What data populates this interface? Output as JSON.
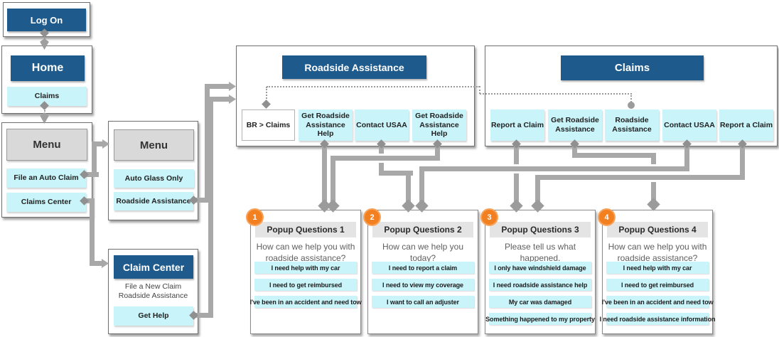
{
  "colors": {
    "header_blue": "#1e5b8c",
    "item_cyan": "#c9f4f9",
    "menu_gray": "#d9d9d9",
    "popup_header_gray": "#e4e4e4",
    "connector_gray": "#a8a8a8",
    "badge_orange": "#f28021"
  },
  "logon": {
    "title": "Log On"
  },
  "home": {
    "title": "Home",
    "items": [
      "Claims"
    ]
  },
  "menu1": {
    "title": "Menu",
    "items": [
      "File an Auto Claim",
      "Claims Center"
    ]
  },
  "menu2": {
    "title": "Menu",
    "items": [
      "Auto Glass Only",
      "Roadside Assistance"
    ]
  },
  "claim_center": {
    "title": "Claim Center",
    "subtitle": [
      "File a New Claim",
      "Roadside Assistance"
    ],
    "items": [
      "Get Help"
    ]
  },
  "roadside_panel": {
    "title": "Roadside Assistance",
    "buttons": [
      "BR > Claims",
      "Get Roadside Assistance Help",
      "Contact USAA",
      "Get Roadside Assistance Help"
    ]
  },
  "claims_panel": {
    "title": "Claims",
    "buttons": [
      "Report a Claim",
      "Get Roadside Assistance",
      "Roadside Assistance",
      "Contact USAA",
      "Report a Claim"
    ]
  },
  "popups": [
    {
      "badge": "1",
      "title": "Popup Questions 1",
      "question": "How can we help you with roadside assistance?",
      "options": [
        "I need help with my car",
        "I need to get reimbursed",
        "I've been in an accident and need tow"
      ]
    },
    {
      "badge": "2",
      "title": "Popup Questions 2",
      "question": "How can we help you today?",
      "options": [
        "I need to report a claim",
        "I need to view my coverage",
        "I want to call an adjuster"
      ]
    },
    {
      "badge": "3",
      "title": "Popup Questions 3",
      "question": "Please tell us what happened.",
      "options": [
        "I only have windshield damage",
        "I need roadside assistance help",
        "My car was damaged",
        "Something happened to my property"
      ]
    },
    {
      "badge": "4",
      "title": "Popup Questions 4",
      "question": "How can we help you with roadside assistance?",
      "options": [
        "I need help with my car",
        "I need to get reimbursed",
        "I've been in an accident and need tow",
        "I need roadside assistance information"
      ]
    }
  ],
  "connections": [
    "Log On -> Home",
    "Home:Claims -> Menu",
    "Menu:File an Auto Claim -> Menu (2)",
    "Menu:Claims Center -> Claim Center",
    "Menu:Roadside Assistance -> Roadside Assistance panel",
    "Claim Center:Get Help -> Roadside Assistance panel",
    "Claims:Roadside Assistance -> Roadside Assistance:BR > Claims (dotted)",
    "Roadside Assistance:Get Roadside Assistance Help (1) -> Popup Questions 1",
    "Roadside Assistance:Get Roadside Assistance Help (2) -> Popup Questions 1",
    "Roadside Assistance:Contact USAA -> Popup Questions 2",
    "Claims:Contact USAA -> Popup Questions 2",
    "Claims:Report a Claim (1) -> Popup Questions 3",
    "Claims:Report a Claim (2) -> Popup Questions 3",
    "Claims:Get Roadside Assistance -> Popup Questions 4"
  ]
}
